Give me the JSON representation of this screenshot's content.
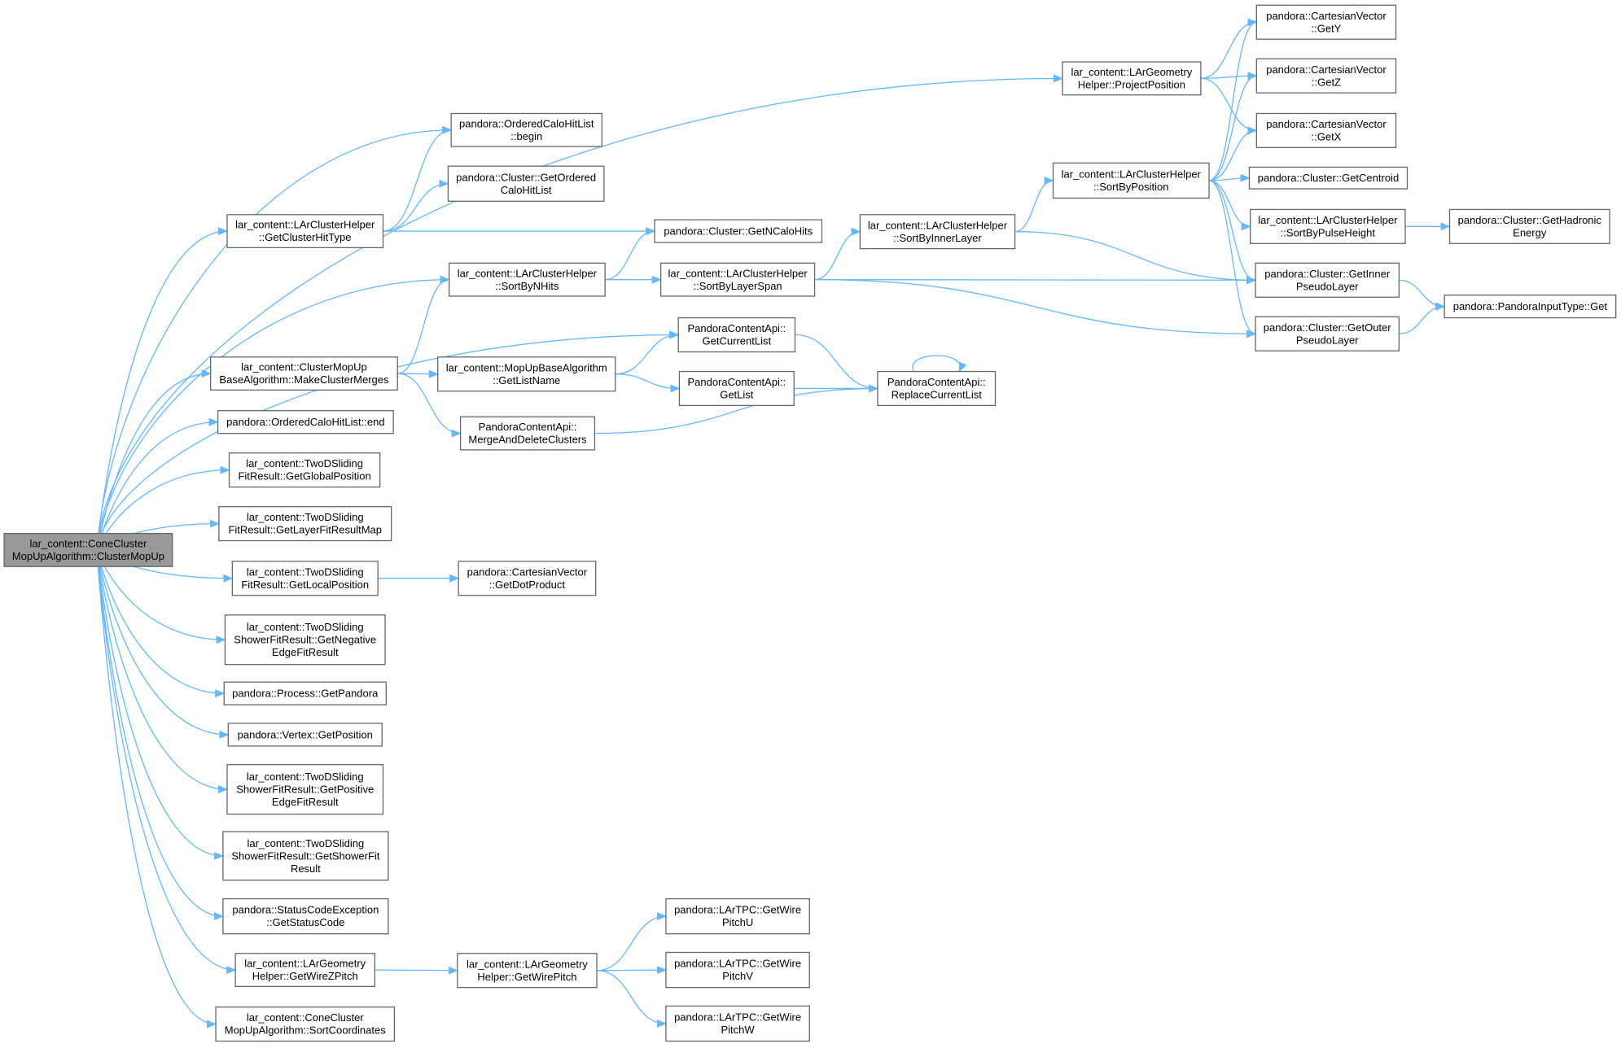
{
  "graph": {
    "nodes": [
      {
        "id": "root",
        "lines": [
          "lar_content::ConeCluster",
          "MopUpAlgorithm::ClusterMopUp"
        ],
        "root": true
      },
      {
        "id": "projpos",
        "lines": [
          "lar_content::LArGeometry",
          "Helper::ProjectPosition"
        ]
      },
      {
        "id": "getY",
        "lines": [
          "pandora::CartesianVector",
          "::GetY"
        ]
      },
      {
        "id": "getZ",
        "lines": [
          "pandora::CartesianVector",
          "::GetZ"
        ]
      },
      {
        "id": "getX",
        "lines": [
          "pandora::CartesianVector",
          "::GetX"
        ]
      },
      {
        "id": "ochlbegin",
        "lines": [
          "pandora::OrderedCaloHitList",
          "::begin"
        ]
      },
      {
        "id": "getordered",
        "lines": [
          "pandora::Cluster::GetOrdered",
          "CaloHitList"
        ]
      },
      {
        "id": "gethittype",
        "lines": [
          "lar_content::LArClusterHelper",
          "::GetClusterHitType"
        ]
      },
      {
        "id": "getncalo",
        "lines": [
          "pandora::Cluster::GetNCaloHits"
        ]
      },
      {
        "id": "sortbypos",
        "lines": [
          "lar_content::LArClusterHelper",
          "::SortByPosition"
        ]
      },
      {
        "id": "getcentroid",
        "lines": [
          "pandora::Cluster::GetCentroid"
        ]
      },
      {
        "id": "sortinner",
        "lines": [
          "lar_content::LArClusterHelper",
          "::SortByInnerLayer"
        ]
      },
      {
        "id": "sortpulse",
        "lines": [
          "lar_content::LArClusterHelper",
          "::SortByPulseHeight"
        ]
      },
      {
        "id": "gethadronic",
        "lines": [
          "pandora::Cluster::GetHadronic",
          "Energy"
        ]
      },
      {
        "id": "sortnhits",
        "lines": [
          "lar_content::LArClusterHelper",
          "::SortByNHits"
        ]
      },
      {
        "id": "sortspan",
        "lines": [
          "lar_content::LArClusterHelper",
          "::SortByLayerSpan"
        ]
      },
      {
        "id": "getinner",
        "lines": [
          "pandora::Cluster::GetInner",
          "PseudoLayer"
        ]
      },
      {
        "id": "pitget",
        "lines": [
          "pandora::PandoraInputType::Get"
        ]
      },
      {
        "id": "getcurrentlist",
        "lines": [
          "PandoraContentApi::",
          "GetCurrentList"
        ]
      },
      {
        "id": "getouter",
        "lines": [
          "pandora::Cluster::GetOuter",
          "PseudoLayer"
        ]
      },
      {
        "id": "makemerges",
        "lines": [
          "lar_content::ClusterMopUp",
          "BaseAlgorithm::MakeClusterMerges"
        ]
      },
      {
        "id": "getlistname",
        "lines": [
          "lar_content::MopUpBaseAlgorithm",
          "::GetListName"
        ]
      },
      {
        "id": "getlist",
        "lines": [
          "PandoraContentApi::",
          "GetList"
        ]
      },
      {
        "id": "replacelist",
        "lines": [
          "PandoraContentApi::",
          "ReplaceCurrentList"
        ]
      },
      {
        "id": "ochlend",
        "lines": [
          "pandora::OrderedCaloHitList::end"
        ]
      },
      {
        "id": "mergedelete",
        "lines": [
          "PandoraContentApi::",
          "MergeAndDeleteClusters"
        ]
      },
      {
        "id": "getglobal",
        "lines": [
          "lar_content::TwoDSliding",
          "FitResult::GetGlobalPosition"
        ]
      },
      {
        "id": "getlayermap",
        "lines": [
          "lar_content::TwoDSliding",
          "FitResult::GetLayerFitResultMap"
        ]
      },
      {
        "id": "getlocal",
        "lines": [
          "lar_content::TwoDSliding",
          "FitResult::GetLocalPosition"
        ]
      },
      {
        "id": "getdot",
        "lines": [
          "pandora::CartesianVector",
          "::GetDotProduct"
        ]
      },
      {
        "id": "getneg",
        "lines": [
          "lar_content::TwoDSliding",
          "ShowerFitResult::GetNegative",
          "EdgeFitResult"
        ]
      },
      {
        "id": "getpandora",
        "lines": [
          "pandora::Process::GetPandora"
        ]
      },
      {
        "id": "vtxpos",
        "lines": [
          "pandora::Vertex::GetPosition"
        ]
      },
      {
        "id": "getposedge",
        "lines": [
          "lar_content::TwoDSliding",
          "ShowerFitResult::GetPositive",
          "EdgeFitResult"
        ]
      },
      {
        "id": "getshowerfit",
        "lines": [
          "lar_content::TwoDSliding",
          "ShowerFitResult::GetShowerFit",
          "Result"
        ]
      },
      {
        "id": "statuscode",
        "lines": [
          "pandora::StatusCodeException",
          "::GetStatusCode"
        ]
      },
      {
        "id": "wirezpitch",
        "lines": [
          "lar_content::LArGeometry",
          "Helper::GetWireZPitch"
        ]
      },
      {
        "id": "wirepitch",
        "lines": [
          "lar_content::LArGeometry",
          "Helper::GetWirePitch"
        ]
      },
      {
        "id": "pitchU",
        "lines": [
          "pandora::LArTPC::GetWire",
          "PitchU"
        ]
      },
      {
        "id": "pitchV",
        "lines": [
          "pandora::LArTPC::GetWire",
          "PitchV"
        ]
      },
      {
        "id": "pitchW",
        "lines": [
          "pandora::LArTPC::GetWire",
          "PitchW"
        ]
      },
      {
        "id": "sortcoords",
        "lines": [
          "lar_content::ConeCluster",
          "MopUpAlgorithm::SortCoordinates"
        ]
      }
    ],
    "edges": [
      [
        "root",
        "projpos"
      ],
      [
        "root",
        "ochlbegin"
      ],
      [
        "root",
        "gethittype"
      ],
      [
        "root",
        "sortnhits"
      ],
      [
        "root",
        "getcurrentlist"
      ],
      [
        "root",
        "makemerges"
      ],
      [
        "root",
        "ochlend"
      ],
      [
        "root",
        "getglobal"
      ],
      [
        "root",
        "getlayermap"
      ],
      [
        "root",
        "getlocal"
      ],
      [
        "root",
        "getneg"
      ],
      [
        "root",
        "getpandora"
      ],
      [
        "root",
        "vtxpos"
      ],
      [
        "root",
        "getposedge"
      ],
      [
        "root",
        "getshowerfit"
      ],
      [
        "root",
        "statuscode"
      ],
      [
        "root",
        "wirezpitch"
      ],
      [
        "root",
        "sortcoords"
      ],
      [
        "projpos",
        "getY"
      ],
      [
        "projpos",
        "getZ"
      ],
      [
        "projpos",
        "getX"
      ],
      [
        "gethittype",
        "ochlbegin"
      ],
      [
        "gethittype",
        "getordered"
      ],
      [
        "gethittype",
        "getncalo"
      ],
      [
        "sortnhits",
        "getncalo"
      ],
      [
        "sortnhits",
        "sortspan"
      ],
      [
        "sortspan",
        "sortinner"
      ],
      [
        "sortspan",
        "getinner"
      ],
      [
        "sortspan",
        "getouter"
      ],
      [
        "sortinner",
        "sortbypos"
      ],
      [
        "sortinner",
        "getinner"
      ],
      [
        "sortbypos",
        "getY"
      ],
      [
        "sortbypos",
        "getZ"
      ],
      [
        "sortbypos",
        "getX"
      ],
      [
        "sortbypos",
        "getcentroid"
      ],
      [
        "sortbypos",
        "sortpulse"
      ],
      [
        "sortbypos",
        "getinner"
      ],
      [
        "sortbypos",
        "getouter"
      ],
      [
        "sortpulse",
        "gethadronic"
      ],
      [
        "getinner",
        "pitget"
      ],
      [
        "getouter",
        "pitget"
      ],
      [
        "makemerges",
        "sortnhits"
      ],
      [
        "makemerges",
        "getlistname"
      ],
      [
        "makemerges",
        "mergedelete"
      ],
      [
        "getlistname",
        "getcurrentlist"
      ],
      [
        "getlistname",
        "getlist"
      ],
      [
        "getcurrentlist",
        "replacelist"
      ],
      [
        "getlist",
        "replacelist"
      ],
      [
        "mergedelete",
        "replacelist"
      ],
      [
        "replacelist",
        "replacelist"
      ],
      [
        "getlocal",
        "getdot"
      ],
      [
        "wirezpitch",
        "wirepitch"
      ],
      [
        "wirepitch",
        "pitchU"
      ],
      [
        "wirepitch",
        "pitchV"
      ],
      [
        "wirepitch",
        "pitchW"
      ]
    ]
  },
  "colors": {
    "edge": "#63b8ff",
    "node_border": "#666666",
    "root_fill": "#999999",
    "node_fill": "#ffffff"
  }
}
